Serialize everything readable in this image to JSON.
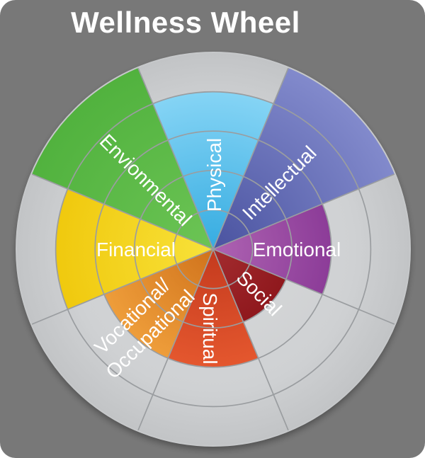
{
  "card": {
    "background_color": "#787878",
    "title": "Wellness Wheel",
    "title_color": "#ffffff"
  },
  "chart_data": {
    "type": "polar-area",
    "title": "Wellness Wheel",
    "rings": 5,
    "value_range": [
      0,
      5
    ],
    "grid": true,
    "legend_position": "none",
    "label_color": "#ffffff",
    "wheel_colors": {
      "base_center": "#d7d8d9",
      "base_mid": "#cfd1d3",
      "base_outer": "#c2c4c6",
      "gridline": "#9a9da0",
      "rim": "#c6c8ca"
    },
    "segments": [
      {
        "name": "Physical",
        "label_lines": [
          "Physical"
        ],
        "value": 4,
        "color_inner": "#36ace1",
        "color_outer": "#85d4f5"
      },
      {
        "name": "Intellectual",
        "label_lines": [
          "Intellectual"
        ],
        "value": 5,
        "color_inner": "#4a53a0",
        "color_outer": "#828acc"
      },
      {
        "name": "Emotional",
        "label_lines": [
          "Emotional"
        ],
        "value": 3,
        "color_inner": "#ae63b2",
        "color_outer": "#8c3c98"
      },
      {
        "name": "Social",
        "label_lines": [
          "Social"
        ],
        "value": 2,
        "color_inner": "#a32c2f",
        "color_outer": "#8f181d"
      },
      {
        "name": "Spiritual",
        "label_lines": [
          "Spiritual"
        ],
        "value": 3,
        "color_inner": "#c43a1e",
        "color_outer": "#e4572e"
      },
      {
        "name": "Vocational/Occupational",
        "label_lines": [
          "Vocational/",
          "Occupational"
        ],
        "value": 3,
        "color_inner": "#d0731c",
        "color_outer": "#ee9d3a"
      },
      {
        "name": "Financial",
        "label_lines": [
          "Financial"
        ],
        "value": 4,
        "color_inner": "#f8e23a",
        "color_outer": "#f0c90e"
      },
      {
        "name": "Environmental",
        "label_lines": [
          "Envionmental"
        ],
        "value": 5,
        "color_inner": "#6cc455",
        "color_outer": "#51b23e"
      }
    ]
  }
}
